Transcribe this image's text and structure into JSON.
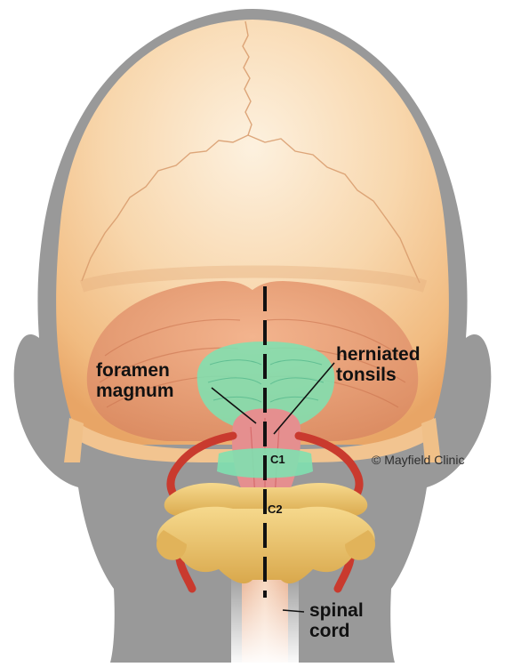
{
  "labels": {
    "foramen_line1": "foramen",
    "foramen_line2": "magnum",
    "herniated_line1": "herniated",
    "herniated_line2": "tonsils",
    "c1": "C1",
    "c2": "C2",
    "spinal_line1": "spinal",
    "spinal_line2": "cord"
  },
  "credit": "© Mayfield Clinic",
  "colors": {
    "background": "#ffffff",
    "silhouette": "#999999",
    "skull_light": "#fbe6c8",
    "skull_mid": "#f3c189",
    "skull_dark": "#e9a361",
    "cerebellum": "#e8a078",
    "highlight_green": "#7fe0b0",
    "artery": "#c93a2e",
    "vertebra": "#edc66a",
    "spinal_cord": "#f1c3a3",
    "midline": "#111111"
  }
}
